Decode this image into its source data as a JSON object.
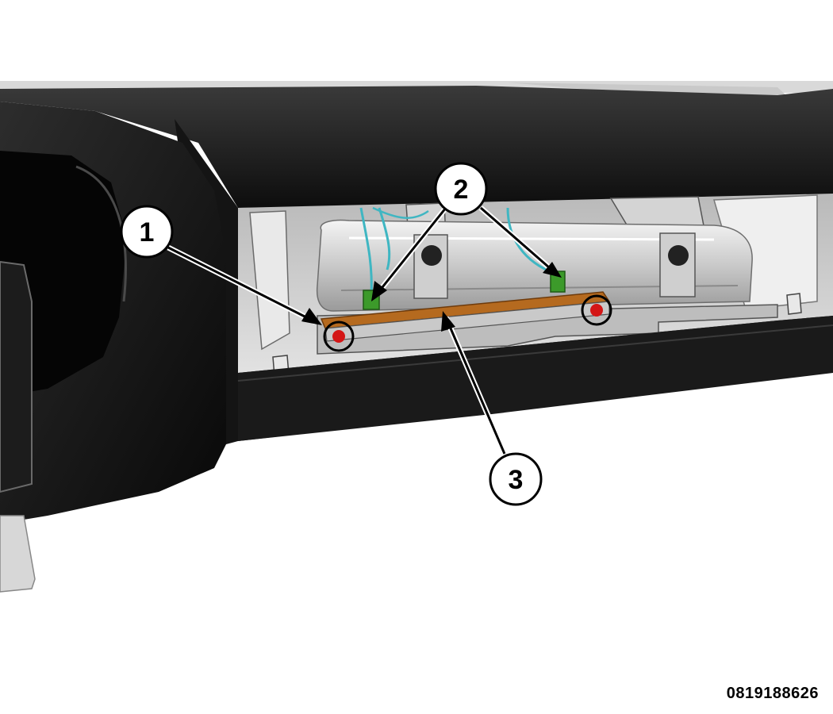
{
  "diagram": {
    "callouts": [
      {
        "id": "1",
        "label": "1"
      },
      {
        "id": "2",
        "label": "2"
      },
      {
        "id": "3",
        "label": "3"
      }
    ],
    "figure_code": "0819188626"
  },
  "colors": {
    "panel_dark": "#1e1e1e",
    "panel_black": "#0c0c0c",
    "airbag_module": "#d9d9d9",
    "bracket": "#b56a1f",
    "connector": "#3c9a2a",
    "wire": "#3fb6c2",
    "fastener": "#d41616"
  }
}
